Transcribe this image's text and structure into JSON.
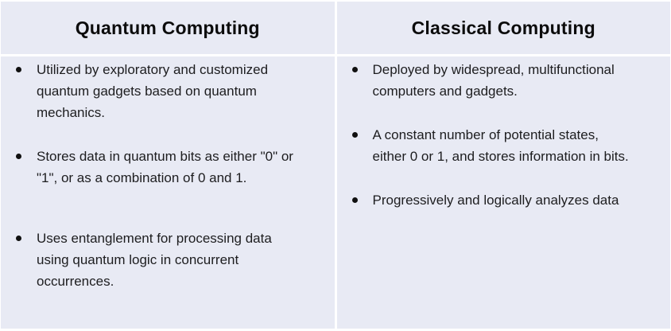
{
  "colors": {
    "cell_background": "#E8EAF4",
    "divider": "#FFFFFF",
    "header_text": "#0C0C0C",
    "body_text": "#1D1D1F",
    "bullet": "#101010"
  },
  "table": {
    "columns": [
      {
        "header": "Quantum Computing",
        "items": [
          {
            "lines": [
              "Utilized by exploratory and customized",
              "quantum gadgets based on quantum",
              "mechanics."
            ]
          },
          {
            "lines": [
              "Stores data in quantum bits as either \"0\" or",
              "\"1\", or as a combination of 0 and 1."
            ]
          },
          {
            "lines": [
              "Uses entanglement for processing data",
              "using quantum logic in concurrent",
              "occurrences."
            ]
          }
        ]
      },
      {
        "header": "Classical Computing",
        "items": [
          {
            "lines": [
              "Deployed by widespread, multifunctional",
              "computers and gadgets."
            ]
          },
          {
            "lines": [
              "A constant number of potential states,",
              "either 0 or 1, and stores information in bits."
            ]
          },
          {
            "lines": [
              "Progressively and logically analyzes data"
            ]
          }
        ]
      }
    ]
  }
}
